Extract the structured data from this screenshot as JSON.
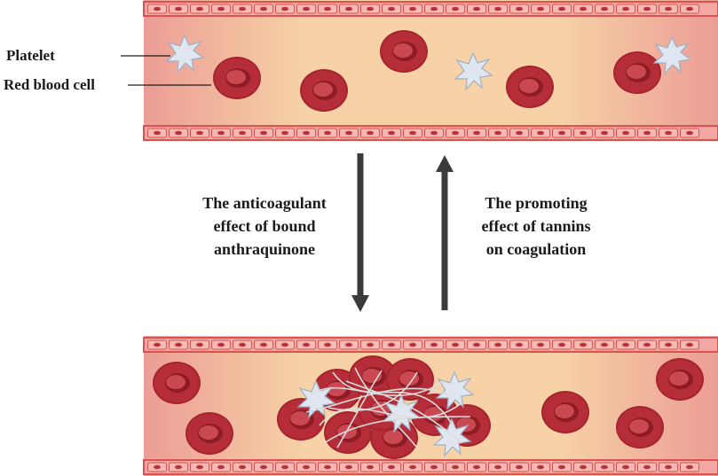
{
  "labels": {
    "platelet": "Platelet",
    "red_blood_cell": "Red blood cell"
  },
  "arrows": {
    "down": {
      "lines": [
        "The anticoagulant",
        "effect of bound",
        "anthraquinone"
      ]
    },
    "up": {
      "lines": [
        "The promoting",
        "effect of tannins",
        "on coagulation"
      ]
    }
  },
  "colors": {
    "vessel_center": "#f6d2a6",
    "vessel_edge": "#eb9a92",
    "wall_outer": "#d9534f",
    "wall_cell": "#f2a7a3",
    "wall_nucleus": "#b8323a",
    "rbc_outer": "#a5242e",
    "rbc_inner": "#c53c46",
    "platelet_fill": "#dfe6f0",
    "fibrin": "#d6d6d6",
    "arrow": "#3b3b3b"
  },
  "vessels": [
    {
      "state": "flowing",
      "icons": [
        "platelet-icon",
        "red-blood-cell-icon"
      ]
    },
    {
      "state": "clot",
      "icons": [
        "platelet-icon",
        "red-blood-cell-icon",
        "fibrin-strand-icon"
      ]
    }
  ]
}
